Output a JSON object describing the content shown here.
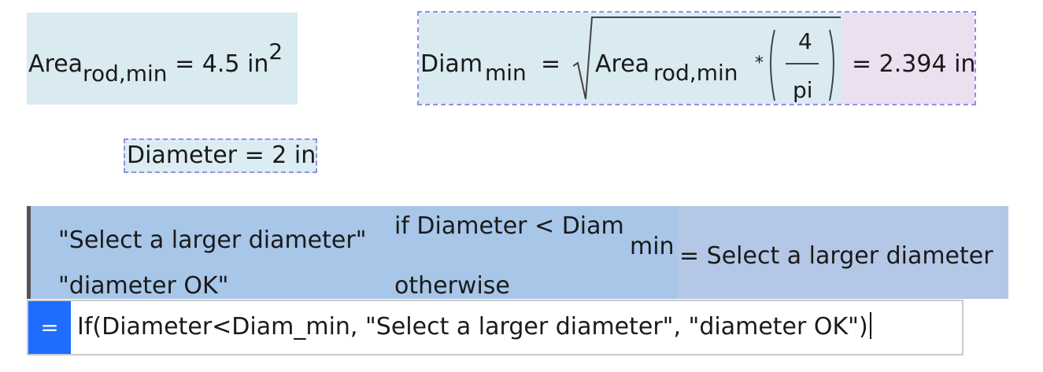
{
  "area_definition": {
    "name": "Area",
    "subscript": "rod,min",
    "operator": "=",
    "value": "4.5",
    "unit": "in",
    "exponent": "2"
  },
  "diam_min_formula": {
    "name": "Diam",
    "subscript": "min",
    "operator": "=",
    "radicand_name": "Area",
    "radicand_subscript": "rod,min",
    "multiply": "*",
    "numerator": "4",
    "denominator": "pi",
    "result": "= 2.394 in"
  },
  "diameter_definition": {
    "text": "Diameter = 2 in"
  },
  "if_block": {
    "row1_value": "\"Select a larger diameter\"",
    "row1_condition_prefix": "if Diameter < Diam",
    "row1_condition_subscript": "min",
    "row2_value": "\"diameter OK\"",
    "row2_condition": "otherwise",
    "result": "= Select a larger diameter"
  },
  "formula_bar": {
    "button_label": "=",
    "formula": "If(Diameter<Diam_min, \"Select a larger diameter\", \"diameter OK\")"
  }
}
